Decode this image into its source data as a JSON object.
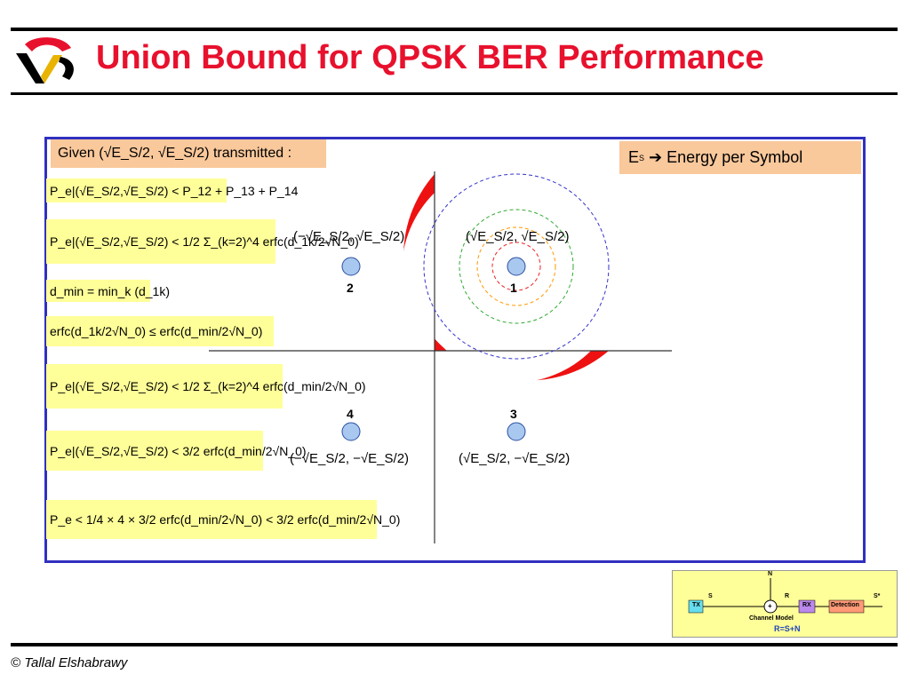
{
  "slide": {
    "title": "Union Bound for QPSK BER Performance",
    "footer": "© Tallal Elshabrawy"
  },
  "given": {
    "prefix": "Given",
    "vector": "(√E_S/2, √E_S/2)",
    "suffix": "transmitted :"
  },
  "energy_note": {
    "label": "E",
    "label_sub": "S",
    "arrow": "➔",
    "text": "Energy per Symbol"
  },
  "equations": [
    "P_e|(√E_S/2,√E_S/2) < P_12 + P_13 + P_14",
    "P_e|(√E_S/2,√E_S/2) < 1/2 Σ_(k=2)^4 erfc(d_1k/2√N_0)",
    "d_min = min_k (d_1k)",
    "erfc(d_1k/2√N_0) ≤ erfc(d_min/2√N_0)",
    "P_e|(√E_S/2,√E_S/2) < 1/2 Σ_(k=2)^4 erfc(d_min/2√N_0)",
    "P_e|(√E_S/2,√E_S/2) < 3/2 erfc(d_min/2√N_0)",
    "P_e < 1/4 × 4 × 3/2 erfc(d_min/2√N_0) < 3/2 erfc(d_min/2√N_0)"
  ],
  "constellation": {
    "points": [
      {
        "label": "1",
        "coord": "(√E_S/2, √E_S/2)"
      },
      {
        "label": "2",
        "coord": "(−√E_S/2, √E_S/2)"
      },
      {
        "label": "3",
        "coord": "(√E_S/2, −√E_S/2)"
      },
      {
        "label": "4",
        "coord": "(−√E_S/2, −√E_S/2)"
      }
    ],
    "colors": {
      "point_fill": "#a9c8ef",
      "point_stroke": "#2a4fa0",
      "region": "#ee1111",
      "circle_outer": "#3333cc",
      "circle_green": "#33aa33",
      "circle_orange": "#ff9900",
      "circle_red": "#ee2222"
    }
  },
  "channel_model": {
    "tx": "TX",
    "rx": "RX",
    "detection": "Detection",
    "s": "S",
    "n": "N",
    "r": "R",
    "s_hat": "S*",
    "plus": "+",
    "caption": "Channel Model",
    "relation": "R=S+N"
  }
}
